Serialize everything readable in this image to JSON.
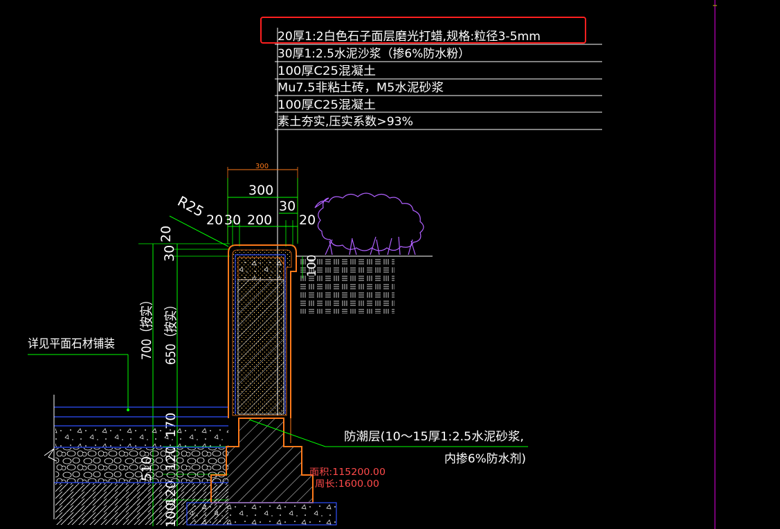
{
  "colors": {
    "background": "#000000",
    "text": "#ffffff",
    "leader": "#ffffff",
    "dimension": "#00ff00",
    "outline": "#ff7a1a",
    "hatch": "#ffffff",
    "paving": "#2f50ff",
    "shrub": "#b060ff",
    "magenta_line": "#c000c0",
    "highlight_box": "#ff2020",
    "area_text": "#ff4a4a"
  },
  "layer_notes": [
    "20厚1:2白色石子面层磨光打蜡,规格:粒径3-5mm",
    "30厚1:2.5水泥沙浆（掺6%防水粉）",
    "100厚C25混凝土",
    "Mu7.5非粘土砖，M5水泥砂浆",
    "100厚C25混凝土",
    "素土夯实,压实系数>93%"
  ],
  "top_dims": {
    "overall_orange": "300",
    "overall": "300",
    "d_30": "30",
    "d_20a": "20",
    "d_30b": "30",
    "d_200": "200",
    "d_20b": "20"
  },
  "radius_label": "R25",
  "left_dims": {
    "d_20": "20",
    "d_30": "30",
    "h_700": "700（按实）",
    "h_650": "650（按实）",
    "d_170": "170",
    "d_120a": "120",
    "d_510": "510",
    "d_120b": "120",
    "d_100": "100"
  },
  "side_dim_100": "100",
  "paving_note": "详见平面石材铺装",
  "dpc_note_line1": "防潮层(10～15厚1:2.5水泥砂浆,",
  "dpc_note_line2": "内掺6%防水剂)",
  "area_label": "面积:115200.00",
  "perimeter_label": "周长:1600.00"
}
